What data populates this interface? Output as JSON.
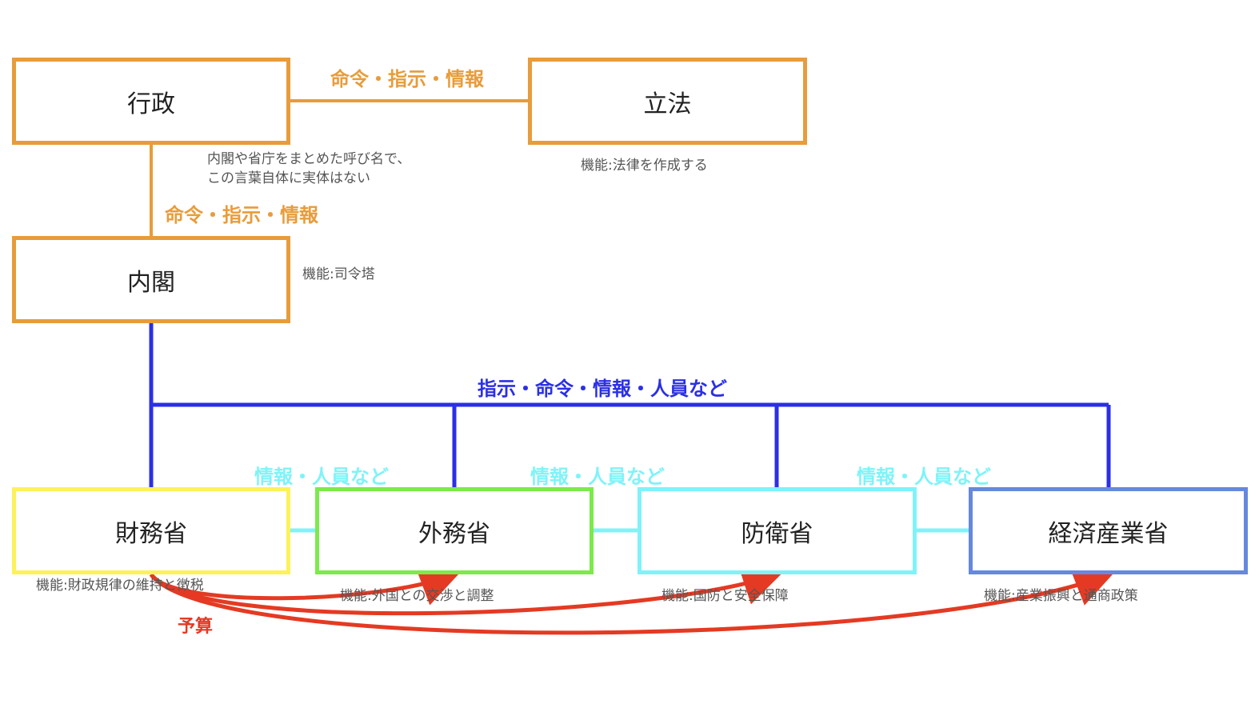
{
  "colors": {
    "orange": "#E89C3A",
    "blue": "#2B2FE6",
    "cyan": "#7FF3F8",
    "red": "#E43A23",
    "yellow": "#FCF25A",
    "green": "#7BEA4A",
    "steel_blue": "#6688DD"
  },
  "nodes": {
    "gyosei": {
      "label": "行政",
      "note_line1": "内閣や省庁をまとめた呼び名で、",
      "note_line2": "この言葉自体に実体はない"
    },
    "rippo": {
      "label": "立法",
      "note": "機能:法律を作成する"
    },
    "naikaku": {
      "label": "内閣",
      "note": "機能:司令塔"
    },
    "zaimu": {
      "label": "財務省",
      "note": "機能:財政規律の維持と徴税"
    },
    "gaimu": {
      "label": "外務省",
      "note": "機能:外国との交渉と調整"
    },
    "boei": {
      "label": "防衛省",
      "note": "機能:国防と安全保障"
    },
    "keisan": {
      "label": "経済産業省",
      "note": "機能:産業振興と通商政策"
    }
  },
  "edges": {
    "gyosei_rippo": "命令・指示・情報",
    "gyosei_naikaku": "命令・指示・情報",
    "naikaku_ministries": "指示・命令・情報・人員など",
    "zaimu_gaimu": "情報・人員など",
    "gaimu_boei": "情報・人員など",
    "boei_keisan": "情報・人員など",
    "budget": "予算"
  }
}
